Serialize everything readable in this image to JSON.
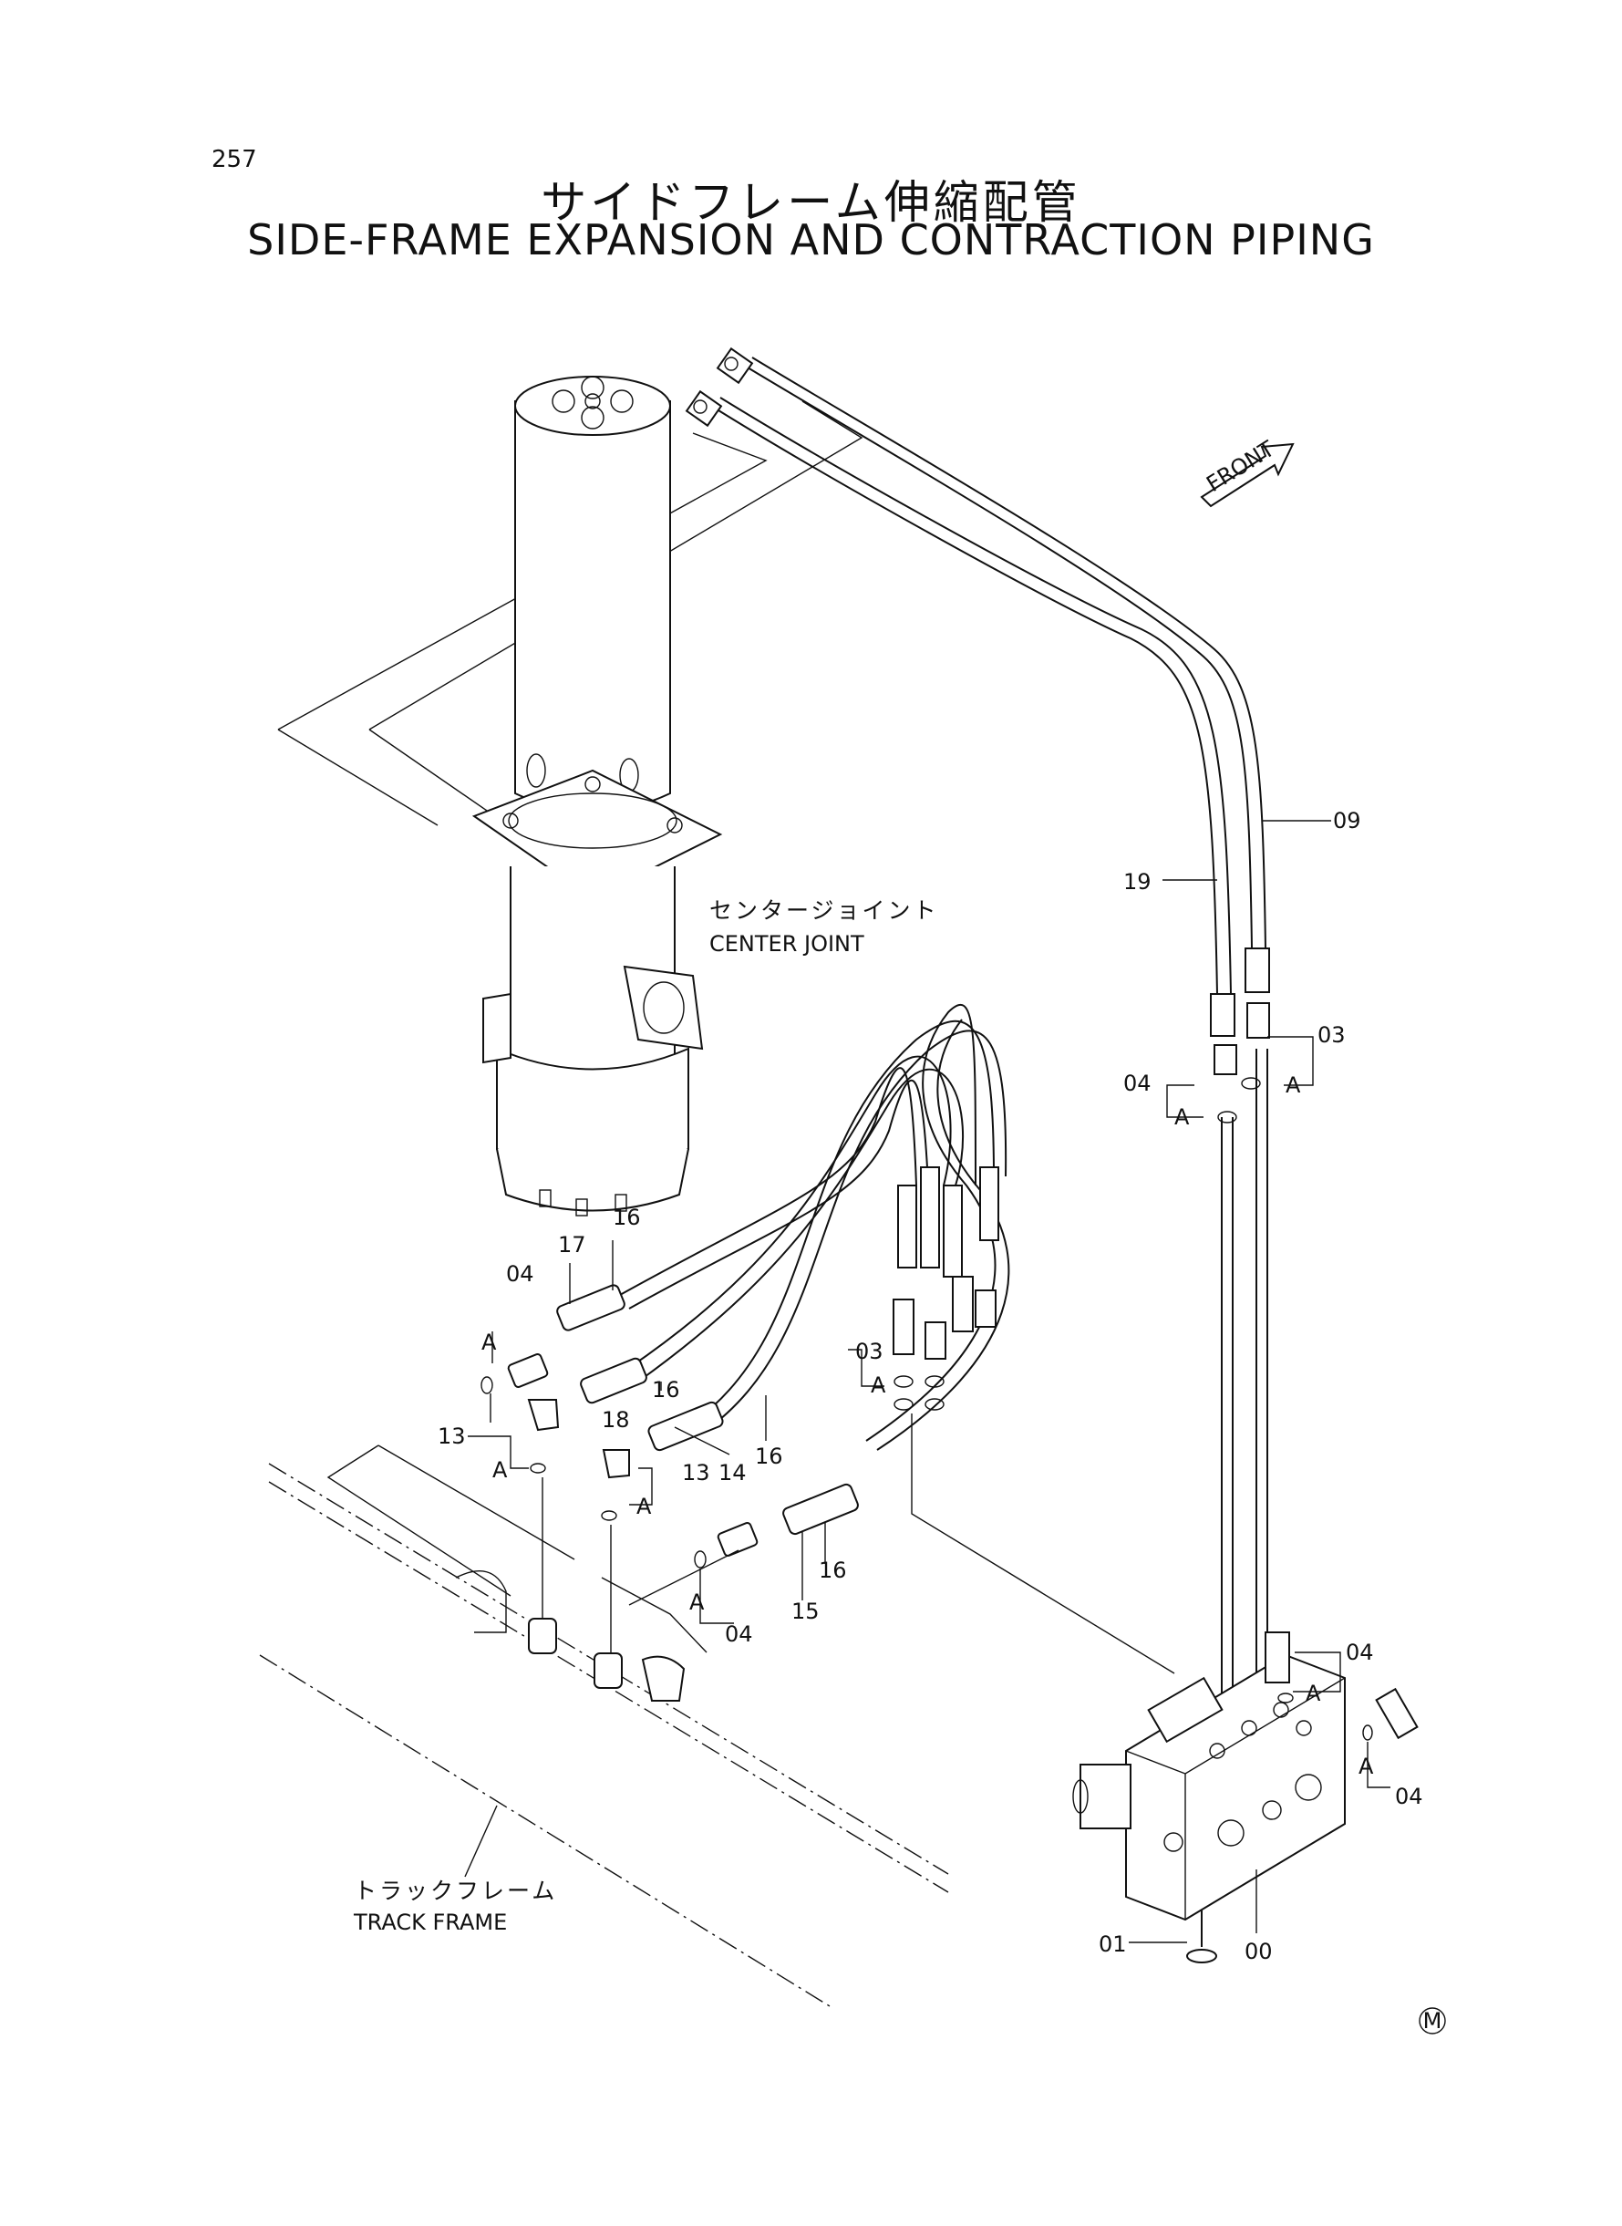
{
  "page_number": "257",
  "title_jp": "サイドフレーム伸縮配管",
  "title_en": "SIDE-FRAME EXPANSION AND CONTRACTION PIPING",
  "front_label": "FRONT",
  "center_joint_jp": "センタージョイント",
  "center_joint_en": "CENTER JOINT",
  "track_frame_jp": "トラックフレーム",
  "track_frame_en": "TRACK FRAME",
  "mark": "M",
  "callouts": {
    "c00": "00",
    "c01": "01",
    "c03a": "03",
    "c03b": "03",
    "c04a": "04",
    "c04b": "04",
    "c04c": "04",
    "c04d": "04",
    "c04e": "04",
    "c09": "09",
    "c13a": "13",
    "c13b": "13",
    "c14": "14",
    "c15": "15",
    "c16a": "16",
    "c16b": "16",
    "c16c": "16",
    "c16d": "16",
    "c17": "17",
    "c18": "18",
    "c19": "19"
  },
  "ref_a": "A"
}
